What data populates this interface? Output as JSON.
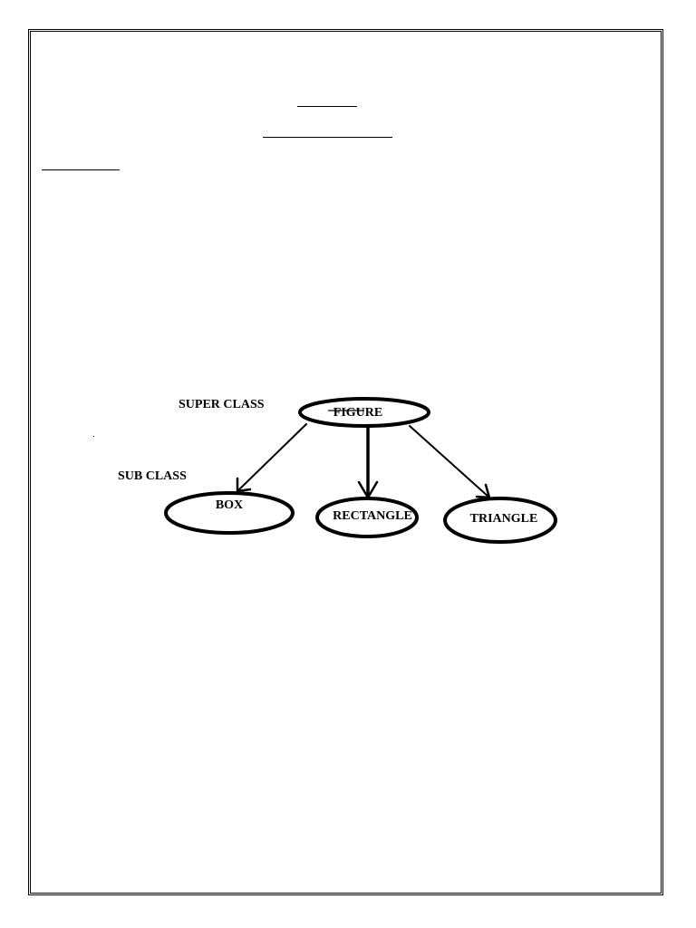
{
  "diagram": {
    "super_class_label": "SUPER CLASS",
    "sub_class_label": "SUB CLASS",
    "nodes": {
      "figure": "FIGURE",
      "box": "BOX",
      "rectangle": "RECTANGLE",
      "triangle": "TRIANGLE"
    }
  },
  "colors": {
    "ink": "#000000",
    "background": "#ffffff"
  }
}
